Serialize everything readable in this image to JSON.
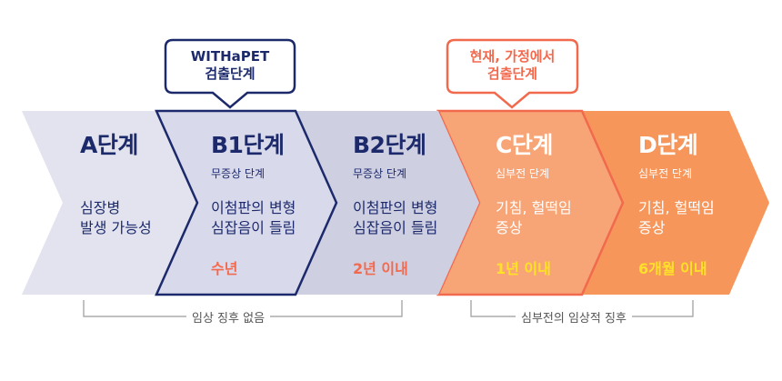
{
  "stages": [
    {
      "title": "A단계",
      "subtitle": "",
      "body": "심장병\n발생 가능성",
      "duration": ""
    },
    {
      "title": "B1단계",
      "subtitle": "무증상 단계",
      "body": "이첨판의 변형\n심잡음이 들림",
      "duration": "수년"
    },
    {
      "title": "B2단계",
      "subtitle": "무증상 단계",
      "body": "이첨판의 변형\n심잡음이 들림",
      "duration": "2년 이내"
    },
    {
      "title": "C단계",
      "subtitle": "심부전 단계",
      "body": "기침, 헐떡임\n증상",
      "duration": "1년 이내"
    },
    {
      "title": "D단계",
      "subtitle": "심부전 단계",
      "body": "기침, 헐떡임\n증상",
      "duration": "6개월 이내"
    }
  ],
  "callouts": {
    "withapet": "WITHaPET\n검출단계",
    "current": "현재, 가정에서\n검출단계"
  },
  "brackets": {
    "no_signs": "임상 징후 없음",
    "heart_failure_signs": "심부전의 임상적 징후"
  },
  "colors": {
    "stage_a": "#e2e3ee",
    "stage_b1": "#d9d9ec",
    "stage_b2": "#cfcfe2",
    "stage_c": "#f7a577",
    "stage_d": "#f6965b",
    "navy": "#1c2a6b",
    "orange_red": "#f26a4e",
    "yellow": "#ffe227"
  }
}
